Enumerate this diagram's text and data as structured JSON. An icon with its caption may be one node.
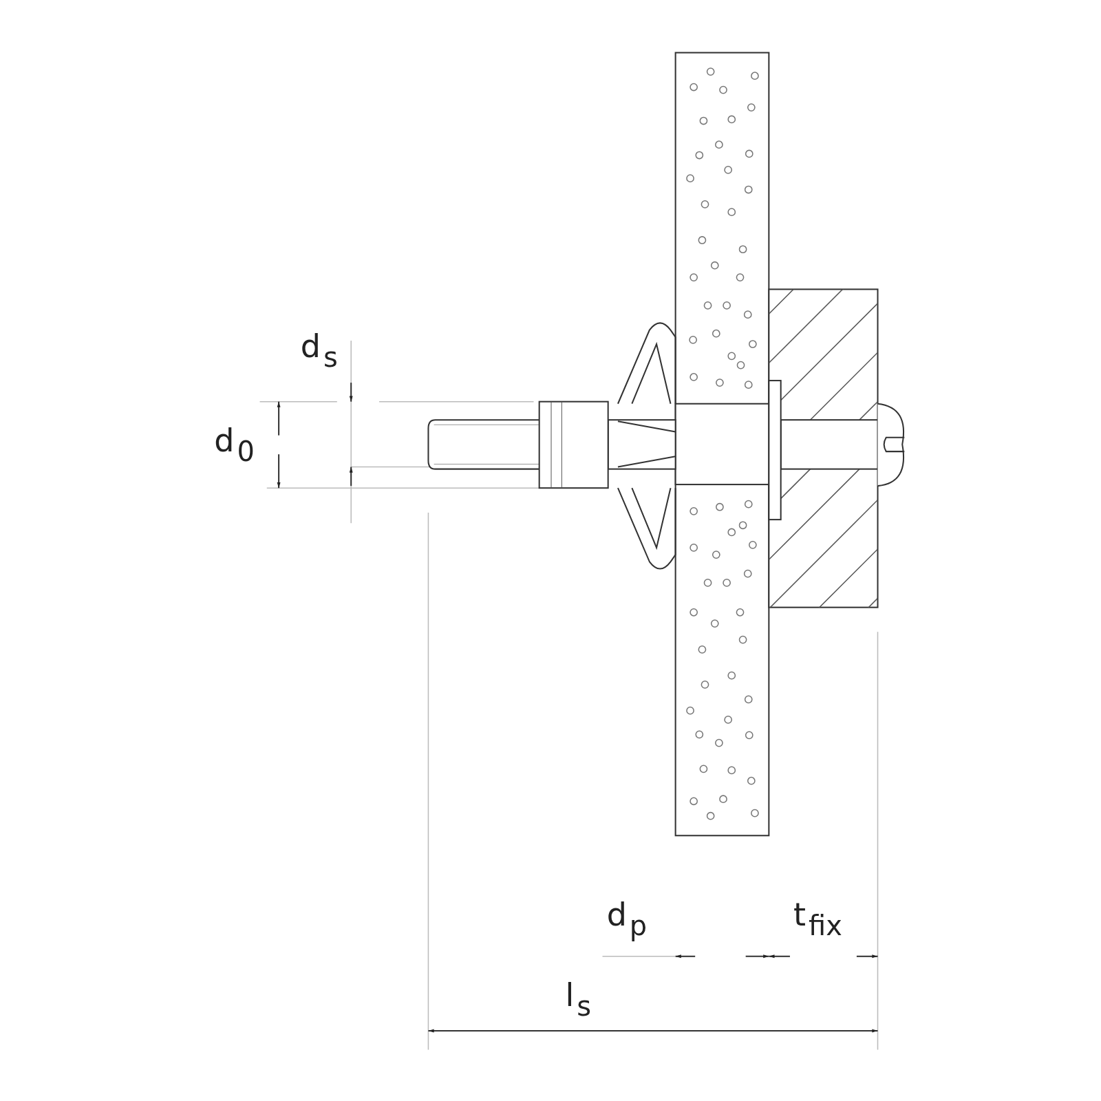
{
  "diagram": {
    "labels": [
      "d$_{s}$",
      "d$_{0}$",
      "d$_{p}$",
      "t$_{fix}$",
      "l$_{s}$"
    ]
  }
}
